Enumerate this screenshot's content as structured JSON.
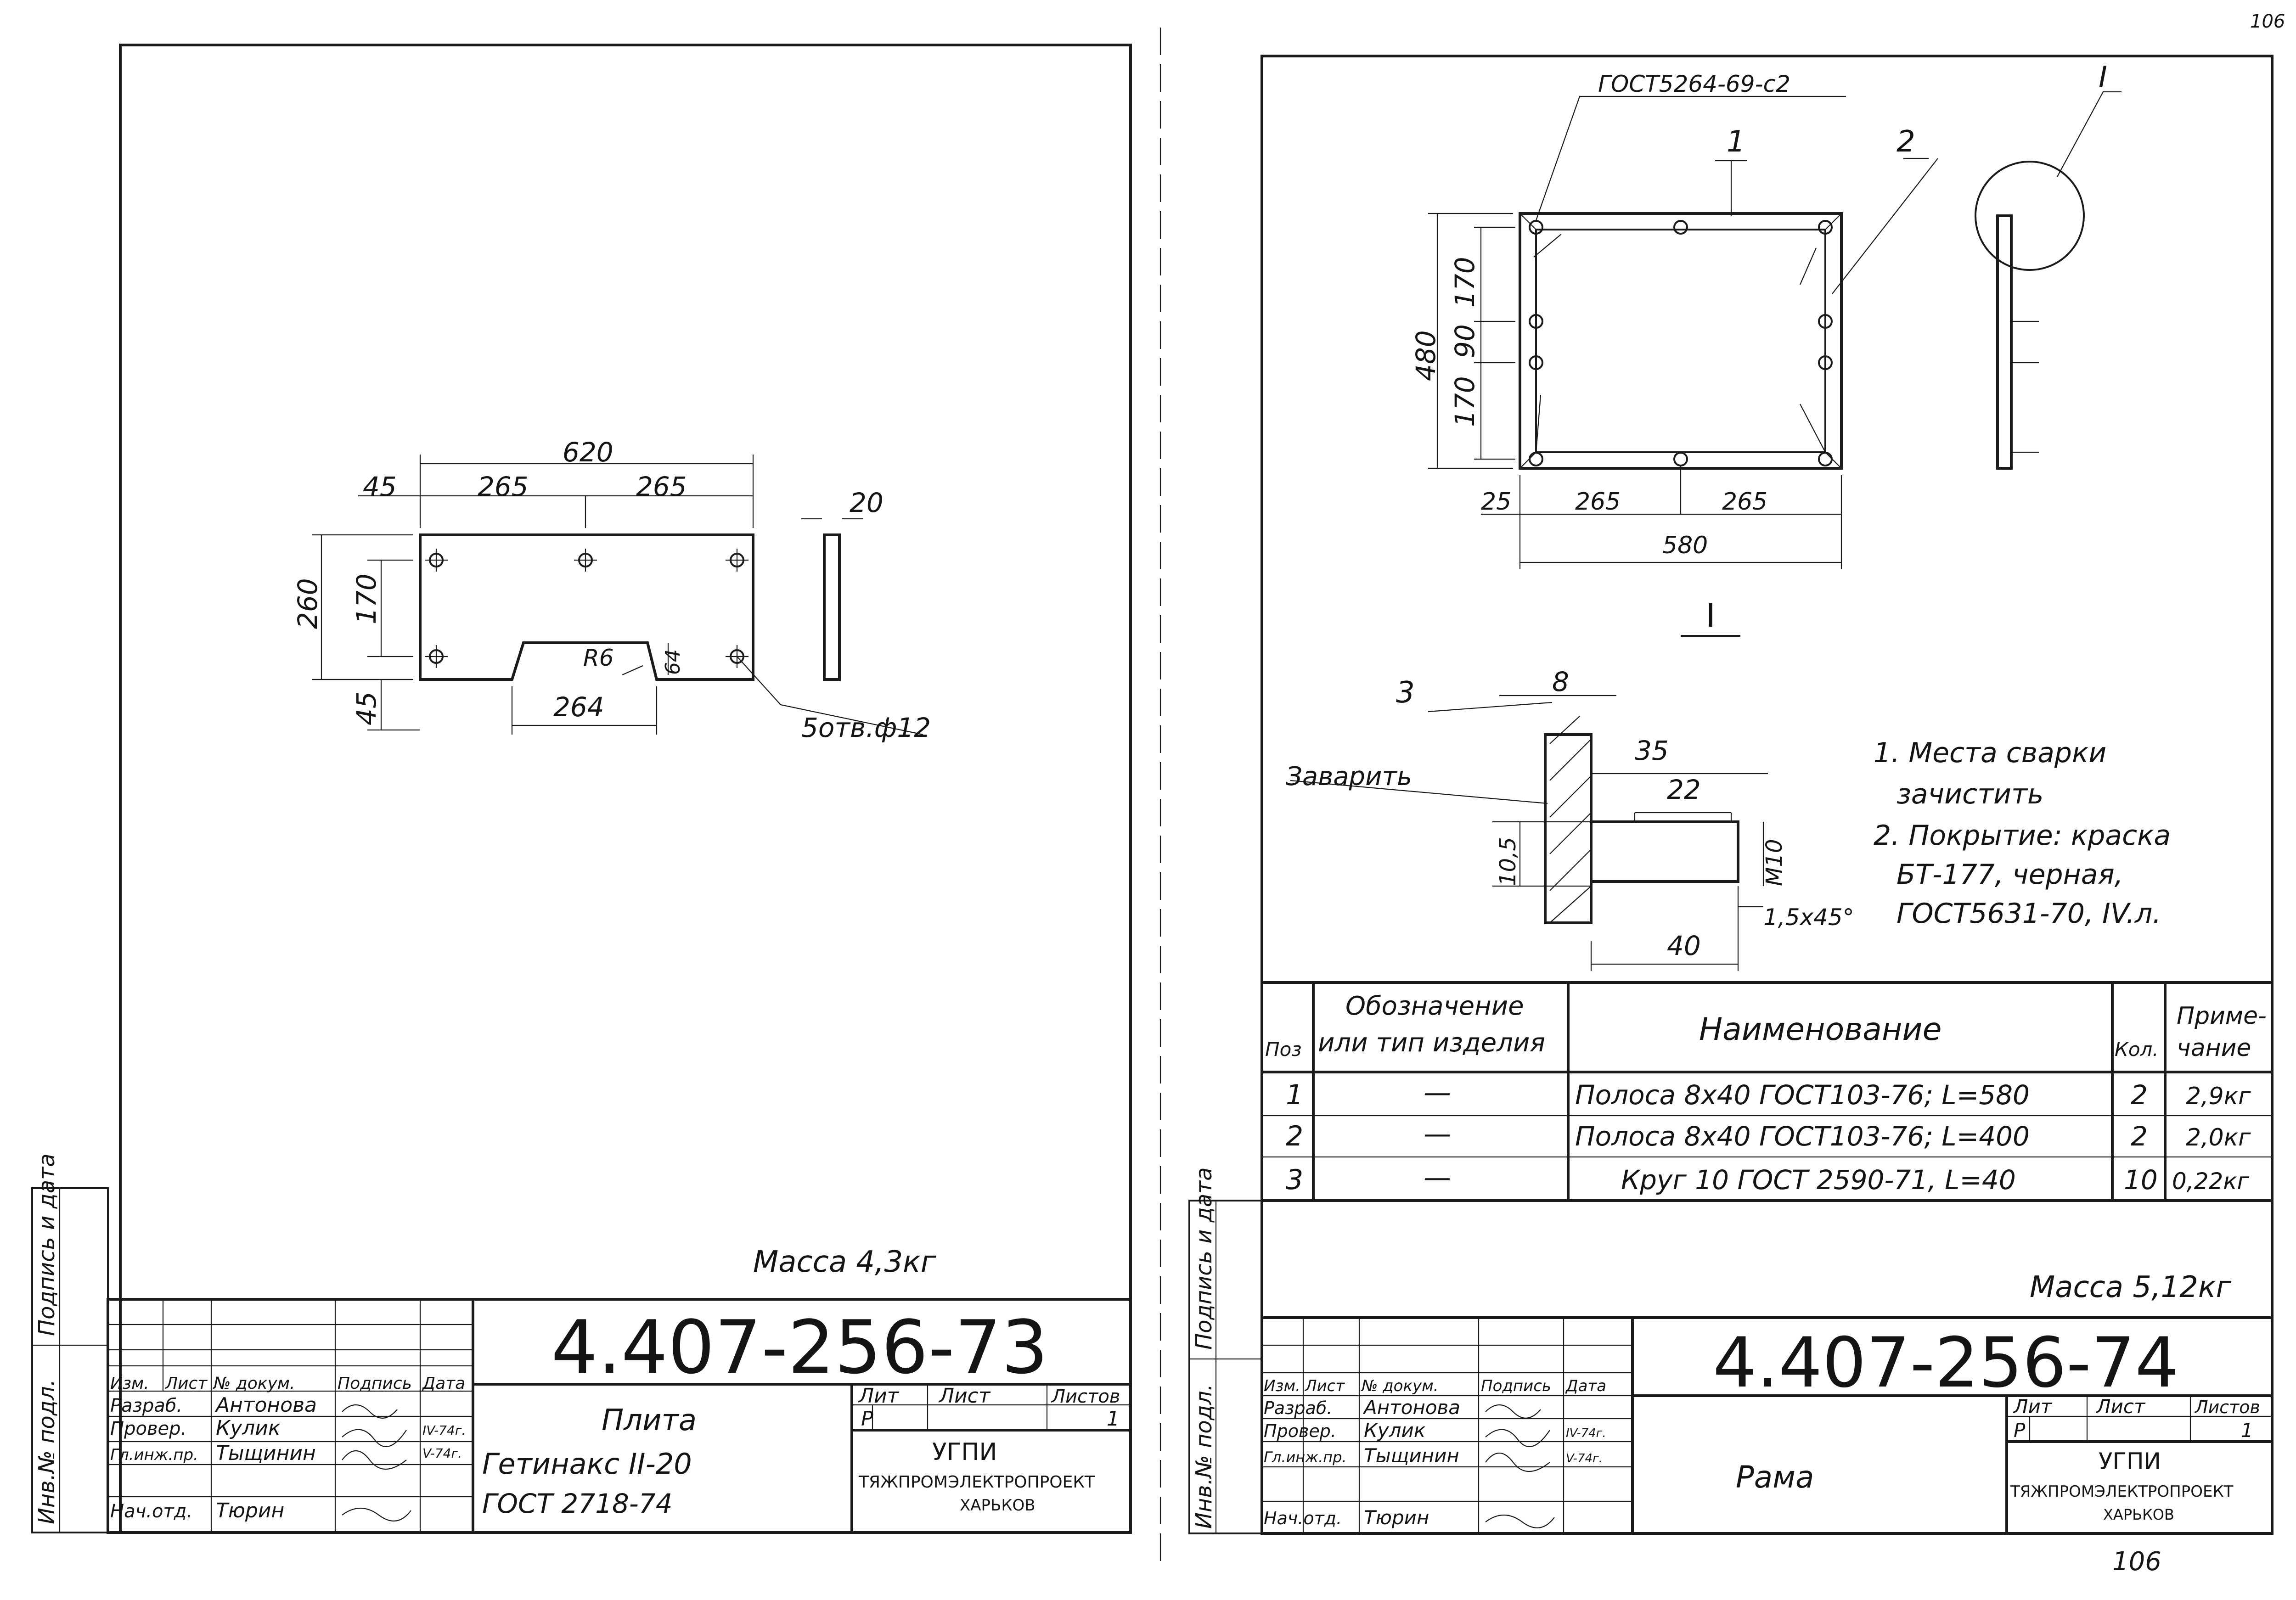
{
  "sheet_left": {
    "dims": {
      "total": "620",
      "left_edge": "45",
      "span_a": "265",
      "span_b": "265",
      "thickness": "20",
      "height": "260",
      "hole_span": "170",
      "bottom": "45",
      "radius": "R6",
      "notch_width": "264",
      "notch_depth": "64"
    },
    "holes_note": "5отв.ф12",
    "mass": "Масса 4,3кг",
    "title_block": {
      "doc_number": "4.407-256-73",
      "hdr_izm": "Изм.",
      "hdr_list": "Лист",
      "hdr_doc": "№ докум.",
      "hdr_sign": "Подпись",
      "hdr_date": "Дата",
      "role_razrab": "Разраб.",
      "role_prover": "Провер.",
      "role_glinzh": "Гл.инж.пр.",
      "role_nachotd": "Нач.отд.",
      "name_razrab": "Антонова",
      "name_prover": "Кулик",
      "name_glinzh": "Тыщинин",
      "name_nachotd": "Тюрин",
      "date1": "IV-74г.",
      "date2": "V-74г.",
      "title_line1": "Плита",
      "title_line2": "Гетинакс II-20",
      "title_line3": "ГОСТ 2718-74",
      "lit_hdr": "Лит",
      "list_hdr": "Лист",
      "listov_hdr": "Листов",
      "lit_val": "Р",
      "listov_val": "1",
      "org1": "УГПИ",
      "org2": "ТЯЖПРОМЭЛЕКТРОПРОЕКТ",
      "org3": "ХАРЬКОВ"
    },
    "side_stamp_1": "Подпись и дата",
    "side_stamp_2": "Инв.№ подл."
  },
  "sheet_right": {
    "corner": "106",
    "gost_weld": "ГОСТ5264-69-с2",
    "pos1": "1",
    "pos2": "2",
    "pos3": "3",
    "view_mark": "I",
    "dims": {
      "h480": "480",
      "h170a": "170",
      "h90": "90",
      "h170b": "170",
      "w25": "25",
      "w265a": "265",
      "w265b": "265",
      "w580": "580",
      "d8": "8",
      "d35": "35",
      "d22": "22",
      "d40": "40",
      "d105": "10,5",
      "m10": "M10",
      "chamfer": "1,5x45°"
    },
    "weld_label": "Заварить",
    "notes": [
      "1. Места сварки",
      "зачистить",
      "2. Покрытие: краска",
      "БТ-177, черная,",
      "ГОСТ5631-70, IV.л."
    ],
    "spec": {
      "hdr_pos": "Поз",
      "hdr_desig_1": "Обозначение",
      "hdr_desig_2": "или тип изделия",
      "hdr_name": "Наименование",
      "hdr_qty": "Кол.",
      "hdr_note_1": "Приме-",
      "hdr_note_2": "чание",
      "rows": [
        {
          "pos": "1",
          "desig": "—",
          "name": "Полоса 8x40 ГОСТ103-76; L=580",
          "qty": "2",
          "note": "2,9кг"
        },
        {
          "pos": "2",
          "desig": "—",
          "name": "Полоса 8x40 ГОСТ103-76; L=400",
          "qty": "2",
          "note": "2,0кг"
        },
        {
          "pos": "3",
          "desig": "—",
          "name": "Круг 10    ГОСТ 2590-71, L=40",
          "qty": "10",
          "note": "0,22кг"
        }
      ]
    },
    "mass": "Масса 5,12кг",
    "title_block": {
      "doc_number": "4.407-256-74",
      "hdr_izm": "Изм.",
      "hdr_list": "Лист",
      "hdr_doc": "№ докум.",
      "hdr_sign": "Подпись",
      "hdr_date": "Дата",
      "role_razrab": "Разраб.",
      "role_prover": "Провер.",
      "role_glinzh": "Гл.инж.пр.",
      "role_nachotd": "Нач.отд.",
      "name_razrab": "Антонова",
      "name_prover": "Кулик",
      "name_glinzh": "Тыщинин",
      "name_nachotd": "Тюрин",
      "date1": "IV-74г.",
      "date2": "V-74г.",
      "title": "Рама",
      "lit_hdr": "Лит",
      "list_hdr": "Лист",
      "listov_hdr": "Листов",
      "lit_val": "Р",
      "listov_val": "1",
      "org1": "УГПИ",
      "org2": "ТЯЖПРОМЭЛЕКТРОПРОЕКТ",
      "org3": "ХАРЬКОВ"
    },
    "side_stamp_1": "Подпись и дата",
    "side_stamp_2": "Инв.№ подл.",
    "page_number": "106"
  }
}
